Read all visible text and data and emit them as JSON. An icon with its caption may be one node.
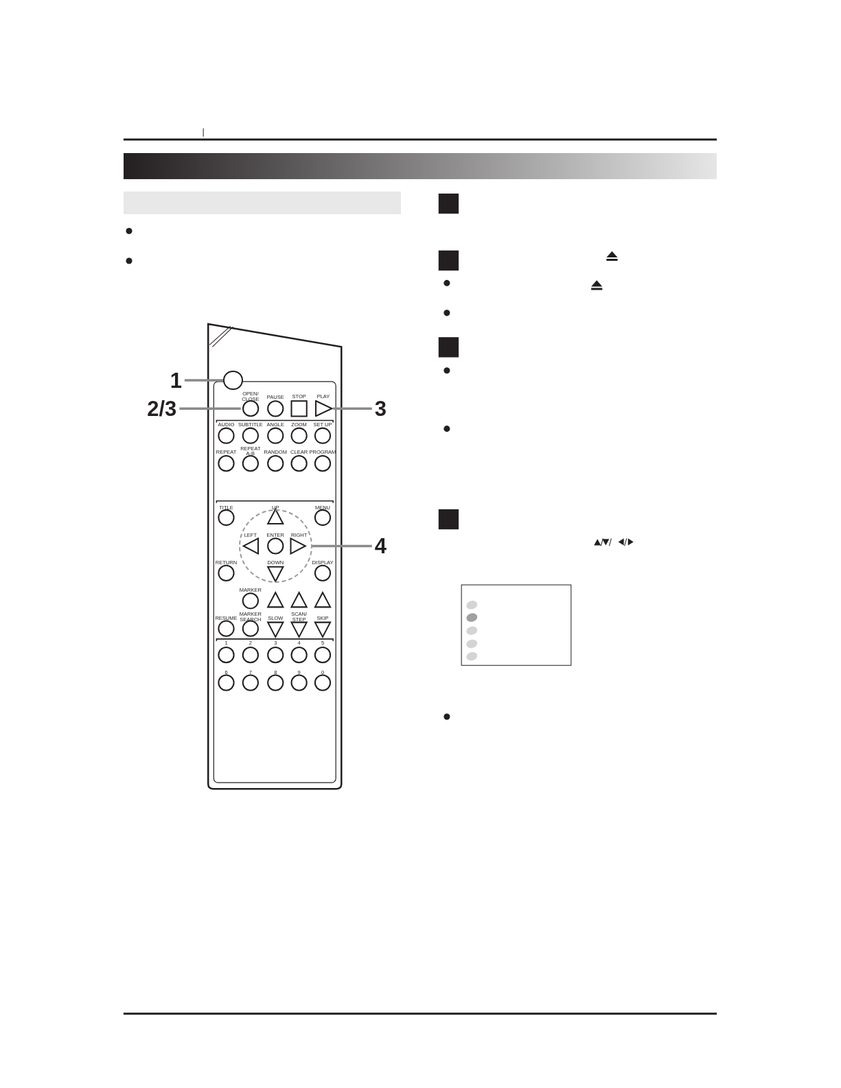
{
  "diagram": {
    "nodes": [
      {
        "text": [],
        "shape": "bar"
      },
      {
        "text": [],
        "shape": "bar"
      },
      {
        "text": [
          "1"
        ]
      },
      {
        "text": [
          "2/3"
        ]
      },
      {
        "text": [
          "3"
        ]
      },
      {
        "text": [
          "4"
        ]
      },
      {
        "text": [],
        "shape": "circle"
      },
      {
        "text": [
          "OPEN/ CLOSE"
        ]
      },
      {
        "text": [
          "PLAY"
        ]
      },
      {
        "text": [],
        "shape": "circle"
      }
    ],
    "edges": [
      {
        "from": 2,
        "to": 6,
        "arrow": "none"
      },
      {
        "from": 3,
        "to": 7,
        "arrow": "none"
      },
      {
        "from": 4,
        "to": 8,
        "arrow": "none"
      },
      {
        "from": 5,
        "to": 9,
        "arrow": "none"
      }
    ],
    "labels": [
      "PAUSE",
      "STOP",
      "AUDIO",
      "SUBTITLE",
      "ANGLE",
      "ZOOM",
      "SET UP",
      "REPEAT",
      "REPEAT A-B",
      "RANDOM",
      "CLEAR",
      "PROGRAM",
      "TITLE",
      "UP",
      "MENU",
      "LEFT",
      "ENTER",
      "RIGHT",
      "RETURN",
      "DOWN",
      "DISPLAY",
      "MARKER",
      "RESUME",
      "MARKER SEARCH",
      "SLOW",
      "SCAN/ STEP",
      "SKIP",
      "1",
      "2",
      "3",
      "4",
      "5",
      "6",
      "7",
      "8",
      "9",
      "0"
    ]
  }
}
